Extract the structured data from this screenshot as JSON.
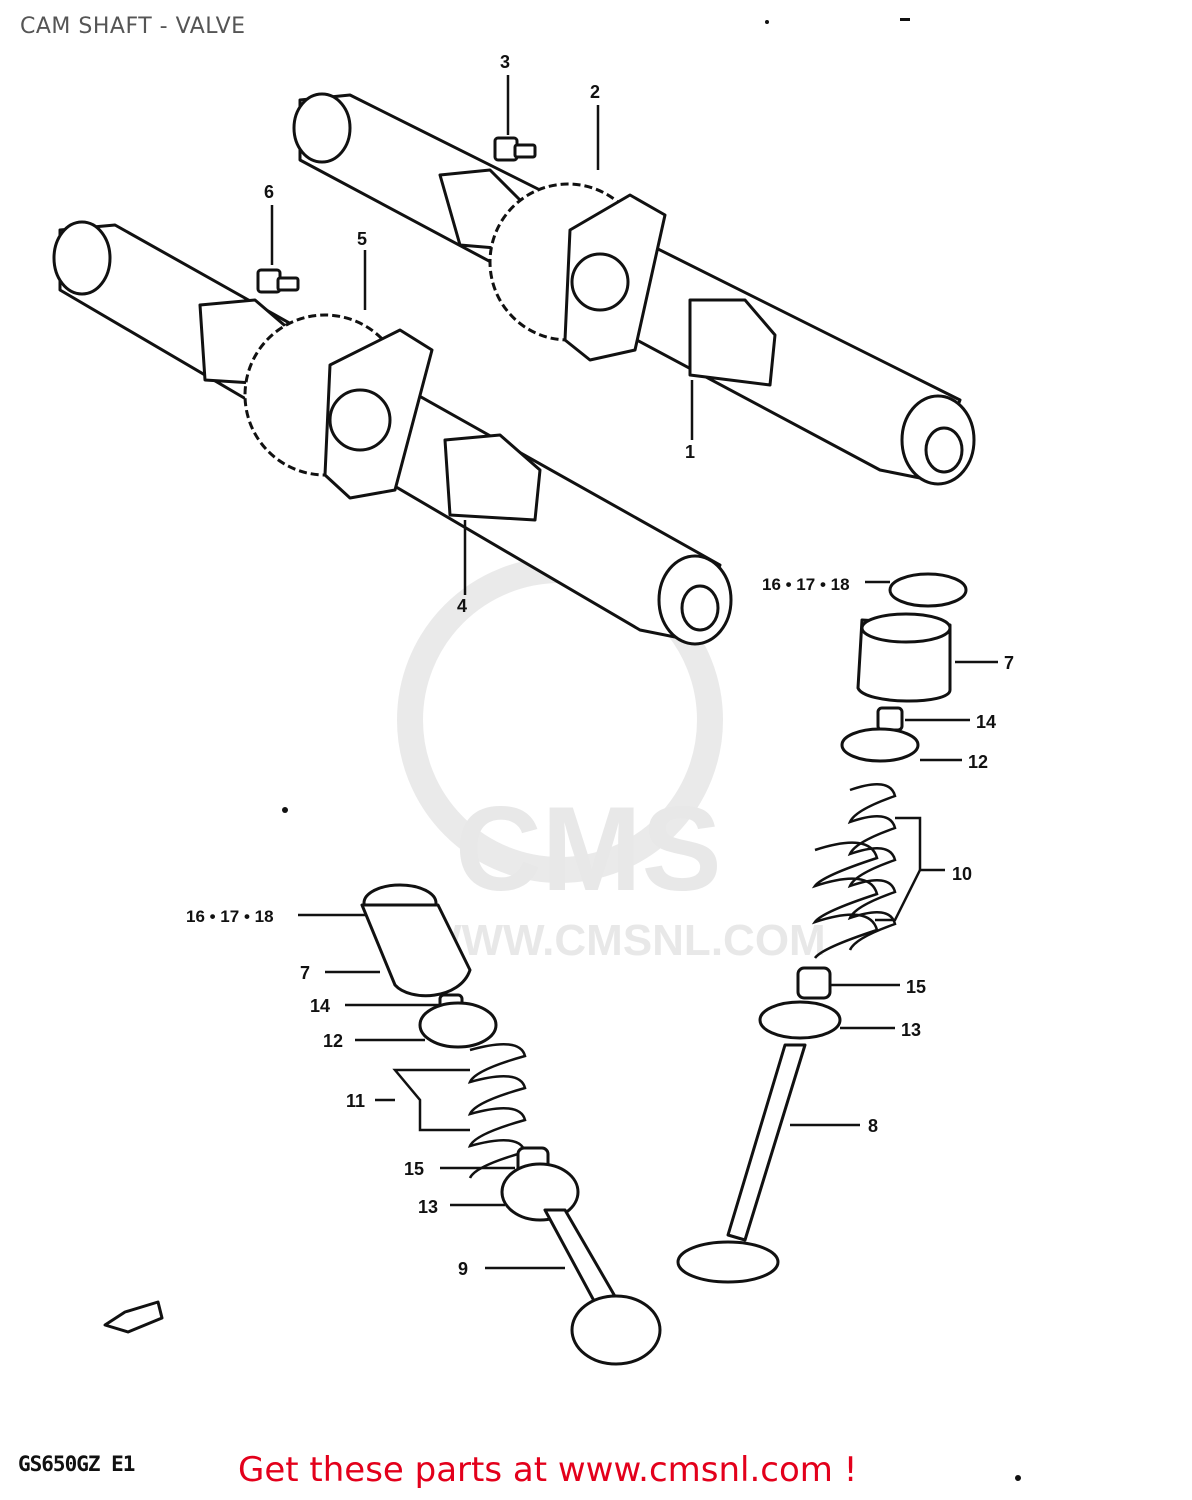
{
  "title": "CAM SHAFT - VALVE",
  "model_code": "GS650GZ E1",
  "footer": "Get these parts at www.cmsnl.com !",
  "watermark": {
    "brand": "CMS",
    "url": "WWW.CMSNL.COM"
  },
  "callouts": {
    "c1": "1",
    "c2": "2",
    "c3": "3",
    "c4": "4",
    "c5": "5",
    "c6": "6",
    "c7a": "7",
    "c7b": "7",
    "c8": "8",
    "c9": "9",
    "c10": "10",
    "c11": "11",
    "c12a": "12",
    "c12b": "12",
    "c13a": "13",
    "c13b": "13",
    "c14a": "14",
    "c14b": "14",
    "c15a": "15",
    "c15b": "15",
    "c16a": "16 • 17 • 18",
    "c16b": "16 • 17 • 18"
  },
  "colors": {
    "footer": "#e3001b",
    "lines": "#111111",
    "watermark": "#e6e6e6",
    "title": "#555555"
  }
}
